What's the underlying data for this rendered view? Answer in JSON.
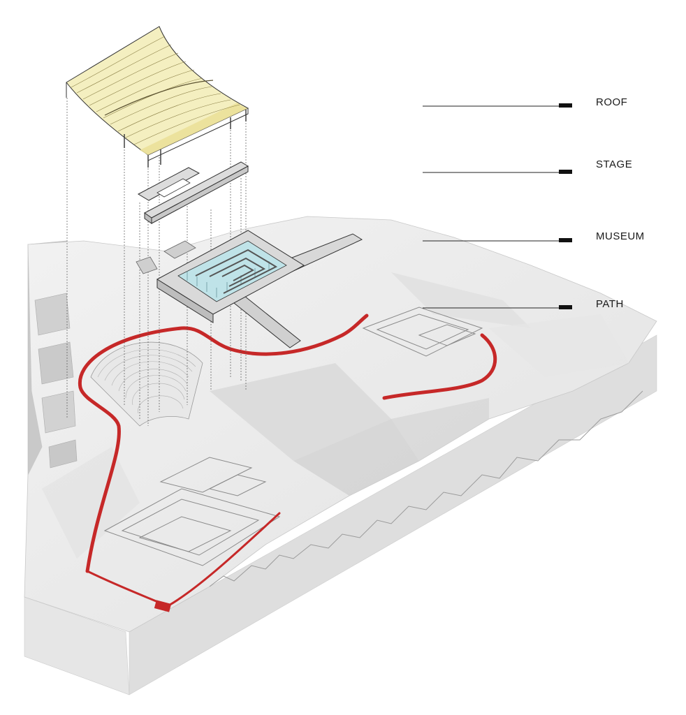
{
  "legend": {
    "items": [
      {
        "key": "roof",
        "label": "ROOF"
      },
      {
        "key": "stage",
        "label": "STAGE"
      },
      {
        "key": "museum",
        "label": "MUSEUM"
      },
      {
        "key": "path",
        "label": "PATH"
      }
    ]
  },
  "colors": {
    "path": "#c62828",
    "roof": "#f4efc0",
    "roof_highlight": "#ebe099",
    "glass": "#bfe3e8",
    "terrain": "#ececec",
    "terrain_shadow": "#cfcfcf",
    "building": "#d9d9d9",
    "outline": "#333333"
  }
}
